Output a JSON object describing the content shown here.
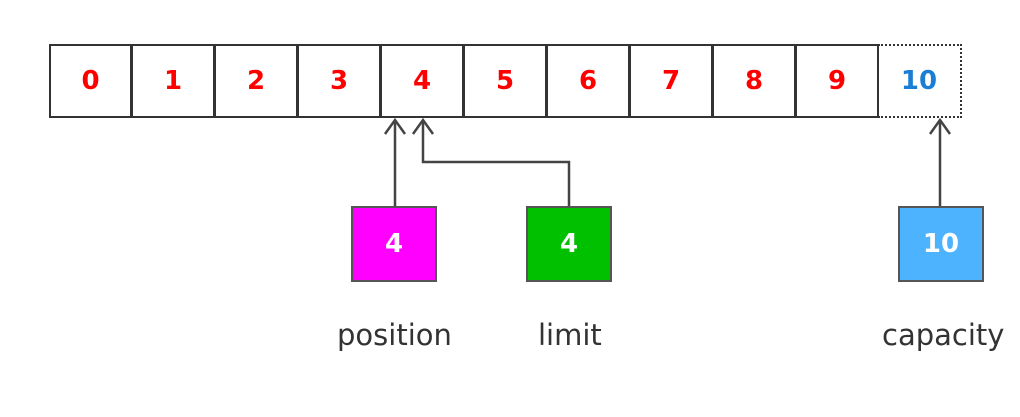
{
  "buffer": {
    "cells": [
      {
        "label": "0",
        "state": "filled"
      },
      {
        "label": "1",
        "state": "filled"
      },
      {
        "label": "2",
        "state": "filled"
      },
      {
        "label": "3",
        "state": "filled"
      },
      {
        "label": "4",
        "state": "filled"
      },
      {
        "label": "5",
        "state": "filled"
      },
      {
        "label": "6",
        "state": "filled"
      },
      {
        "label": "7",
        "state": "filled"
      },
      {
        "label": "8",
        "state": "filled"
      },
      {
        "label": "9",
        "state": "filled"
      },
      {
        "label": "10",
        "state": "beyond"
      }
    ],
    "filled_text_color": "#ff0000",
    "beyond_text_color": "#1a7fd4"
  },
  "markers": [
    {
      "id": "position",
      "value": "4",
      "label": "position",
      "color": "#ff00ff",
      "points_to": 4
    },
    {
      "id": "limit",
      "value": "4",
      "label": "limit",
      "color": "#00c000",
      "points_to": 4
    },
    {
      "id": "capacity",
      "value": "10",
      "label": "capacity",
      "color": "#4db3ff",
      "points_to": 10
    }
  ]
}
